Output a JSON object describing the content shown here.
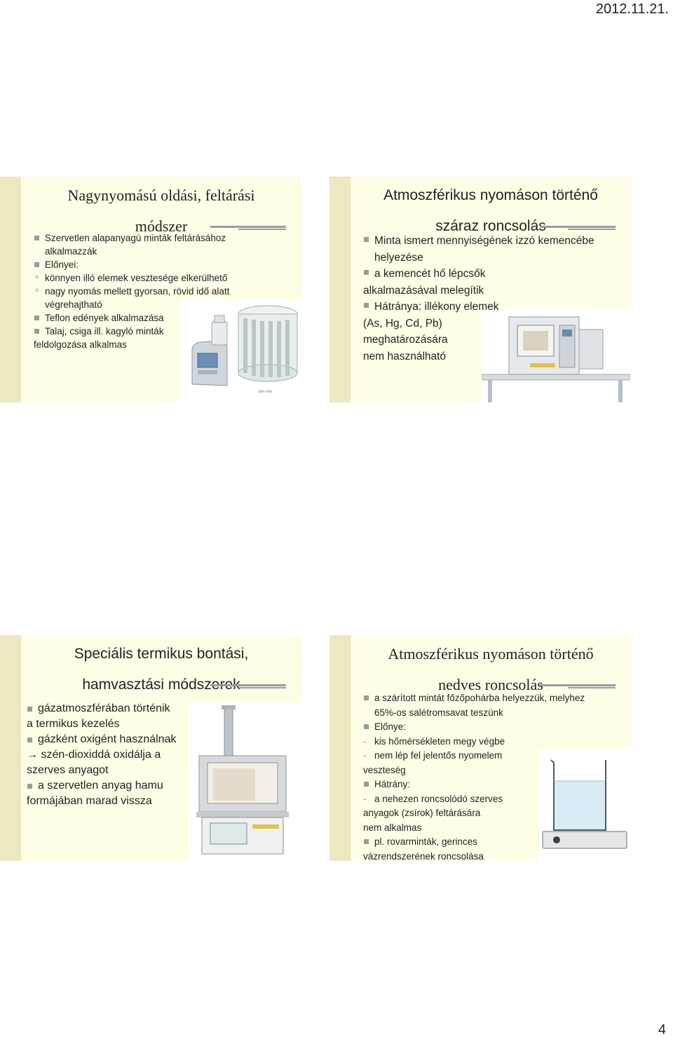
{
  "header": {
    "date": "2012.11.21."
  },
  "footer": {
    "page_number": "4"
  },
  "slides": [
    {
      "title_line1": "Nagynyomású oldási, feltárási",
      "title_line2": "módszer",
      "items": [
        {
          "bullet": "square",
          "text": "Szervetlen alapanyagú minták feltárásához"
        },
        {
          "bullet": "none",
          "text": "alkalmazzák"
        },
        {
          "bullet": "square",
          "text": "Előnyei:"
        },
        {
          "bullet": "diamond",
          "text": "könnyen illó elemek vesztesége elkerülhető"
        },
        {
          "bullet": "diamond",
          "text": "nagy nyomás mellett gyorsan, rövid idő alatt"
        },
        {
          "bullet": "none",
          "text": "végrehajtható"
        },
        {
          "bullet": "square",
          "text": "Teflon edények alkalmazása"
        },
        {
          "bullet": "square",
          "text": "Talaj, csiga ill. kagyló minták"
        },
        {
          "bullet": "cont",
          "text": "feldolgozása alkalmas"
        }
      ],
      "image_caption": "Zárt rotor"
    },
    {
      "title_line1": "Atmoszférikus nyomáson történő",
      "title_line2": "száraz roncsolás",
      "items": [
        {
          "bullet": "square",
          "text": "Minta ismert mennyiségének izzó kemencébe"
        },
        {
          "bullet": "none",
          "text": "helyezése"
        },
        {
          "bullet": "square",
          "text": "a kemencét hő lépcsők"
        },
        {
          "bullet": "cont",
          "text": "alkalmazásával melegítik"
        },
        {
          "bullet": "square",
          "text": "Hátránya: illékony elemek"
        },
        {
          "bullet": "cont",
          "text": "(As, Hg, Cd, Pb)"
        },
        {
          "bullet": "cont",
          "text": "meghatározására"
        },
        {
          "bullet": "cont",
          "text": "nem használható"
        }
      ]
    },
    {
      "title_line1": "Speciális termikus bontási,",
      "title_line2": "hamvasztási módszerek",
      "items": [
        {
          "bullet": "square",
          "text": "gázatmoszférában történik"
        },
        {
          "bullet": "cont",
          "text": "a termikus kezelés"
        },
        {
          "bullet": "square",
          "text": "gázként oxigént használnak"
        },
        {
          "bullet": "cont",
          "text": "→ szén-dioxiddá oxidálja a"
        },
        {
          "bullet": "cont",
          "text": "szerves anyagot"
        },
        {
          "bullet": "square",
          "text": "a szervetlen anyag hamu"
        },
        {
          "bullet": "cont",
          "text": "formájában marad vissza"
        }
      ]
    },
    {
      "title_line1": "Atmoszférikus nyomáson történő",
      "title_line2": "nedves roncsolás",
      "items": [
        {
          "bullet": "square",
          "text": "a szárított mintát főzőpohárba helyezzük, melyhez"
        },
        {
          "bullet": "none",
          "text": "65%-os salétromsavat teszünk"
        },
        {
          "bullet": "square",
          "text": "Előnye:"
        },
        {
          "bullet": "dash",
          "text": "kis hőmérsékleten megy végbe"
        },
        {
          "bullet": "dash",
          "text": "nem lép fel jelentős nyomelem"
        },
        {
          "bullet": "cont",
          "text": "veszteség"
        },
        {
          "bullet": "square",
          "text": "Hátrány:"
        },
        {
          "bullet": "dash",
          "text": "a nehezen roncsolódó szerves"
        },
        {
          "bullet": "cont",
          "text": "anyagok (zsírok) feltárására"
        },
        {
          "bullet": "cont",
          "text": "nem alkalmas"
        },
        {
          "bullet": "square",
          "text": "pl. rovarminták, gerinces"
        },
        {
          "bullet": "cont",
          "text": "vázrendszerének roncsolása"
        }
      ]
    }
  ]
}
